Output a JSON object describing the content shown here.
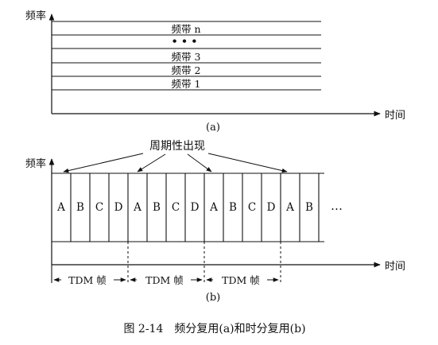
{
  "diagram_a": {
    "y_axis_label": "频率",
    "x_axis_label": "时间",
    "bands": [
      "频带 n",
      "• • •",
      "频带 3",
      "频带 2",
      "频带 1"
    ],
    "subcaption": "(a)"
  },
  "diagram_b": {
    "y_axis_label": "频率",
    "x_axis_label": "时间",
    "annotation": "周期性出现",
    "slots": [
      "A",
      "B",
      "C",
      "D",
      "A",
      "B",
      "C",
      "D",
      "A",
      "B",
      "C",
      "D",
      "A",
      "B"
    ],
    "ellipsis": "…",
    "frame_labels": [
      "TDM 帧",
      "TDM 帧",
      "TDM 帧"
    ],
    "subcaption": "(b)"
  },
  "caption": "图 2-14　频分复用(a)和时分复用(b)",
  "colors": {
    "ink": "#111111",
    "background": "#ffffff"
  }
}
